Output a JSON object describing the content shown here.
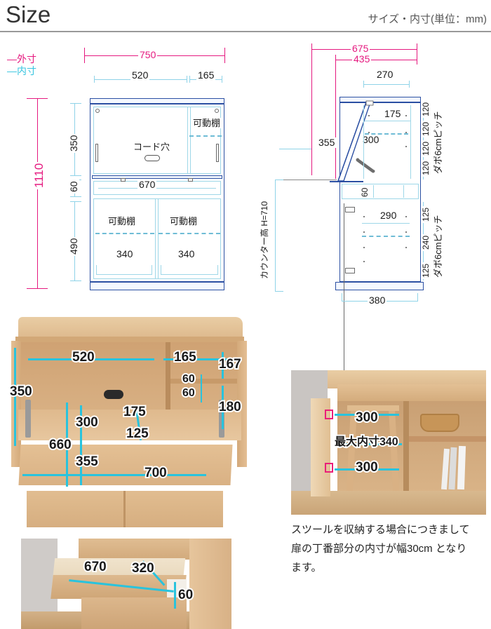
{
  "header": {
    "title": "Size",
    "subtitle": "サイズ・内寸(単位：mm)"
  },
  "legend": {
    "exterior": "―外寸",
    "interior": "―内寸",
    "exterior_color": "#e5197f",
    "interior_color": "#36c4df"
  },
  "front_view": {
    "width_total": "750",
    "top_left_width": "520",
    "top_right_width": "165",
    "height_total": "1110",
    "upper_height": "350",
    "drawer_height": "60",
    "lower_height": "490",
    "drawer_width": "670",
    "lower_left_width": "340",
    "lower_right_width": "340",
    "label_cord_hole": "コード穴",
    "label_shelf_right": "可動棚",
    "label_shelf_lower_left": "可動棚",
    "label_shelf_lower_right": "可動棚"
  },
  "side_view": {
    "depth_total": "675",
    "depth_open": "435",
    "upper_inner_depth": "270",
    "flap_height": "355",
    "upper_shelf_depth": "175",
    "upper_opening": "300",
    "drawer_depth": "60",
    "lower_shelf_depth": "290",
    "depth_body": "380",
    "counter_height_label": "カウンター高 H=710",
    "dowel_pitch_upper": "ダボ6cmピッチ",
    "dowel_pitch_lower": "ダボ6cmピッチ",
    "pitch_upper_values": [
      "120",
      "120",
      "120",
      "120"
    ],
    "pitch_lower_values": [
      "125",
      "240",
      "125"
    ]
  },
  "photo_main": {
    "d_520": "520",
    "d_165": "165",
    "d_350": "350",
    "d_167": "167",
    "d_60_a": "60",
    "d_60_b": "60",
    "d_180": "180",
    "d_300": "300",
    "d_175": "175",
    "d_125": "125",
    "d_660": "660",
    "d_355": "355",
    "d_700": "700"
  },
  "photo_stool": {
    "d_300_top": "300",
    "d_max_inner": "最大内寸340",
    "d_300_bottom": "300"
  },
  "photo_drawer": {
    "d_670": "670",
    "d_320": "320",
    "d_60": "60"
  },
  "caption": {
    "line1": "スツールを収納する場合につきまして",
    "line2": "扉の丁番部分の内寸が幅30cm となり",
    "line3": "ます。"
  }
}
